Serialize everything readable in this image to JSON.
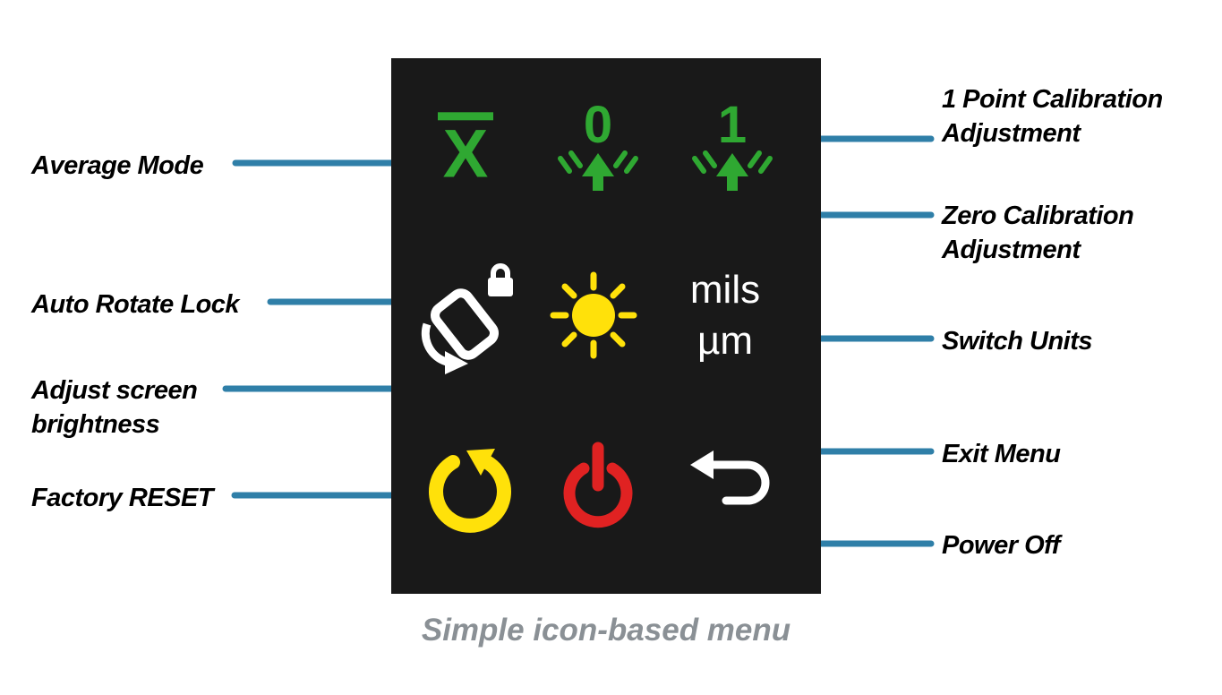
{
  "caption": "Simple icon-based menu",
  "colors": {
    "screen-bg": "#191919",
    "green": "#2fa832",
    "yellow": "#ffe10a",
    "red": "#e02222",
    "callout": "#2f7fa8",
    "caption-gray": "#8a9095"
  },
  "screen": {
    "icons": {
      "average": {
        "glyph": "X"
      },
      "zero_cal": {
        "digit": "0"
      },
      "one_cal": {
        "digit": "1"
      },
      "units": {
        "line1": "mils",
        "line2": "µm"
      }
    }
  },
  "callouts": {
    "average_mode": "Average Mode",
    "auto_rotate_lock": "Auto Rotate Lock",
    "brightness": "Adjust screen brightness",
    "factory_reset": "Factory RESET",
    "one_point_cal": "1 Point Calibration Adjustment",
    "zero_cal": "Zero Calibration Adjustment",
    "switch_units": "Switch Units",
    "exit_menu": "Exit Menu",
    "power_off": "Power Off"
  }
}
